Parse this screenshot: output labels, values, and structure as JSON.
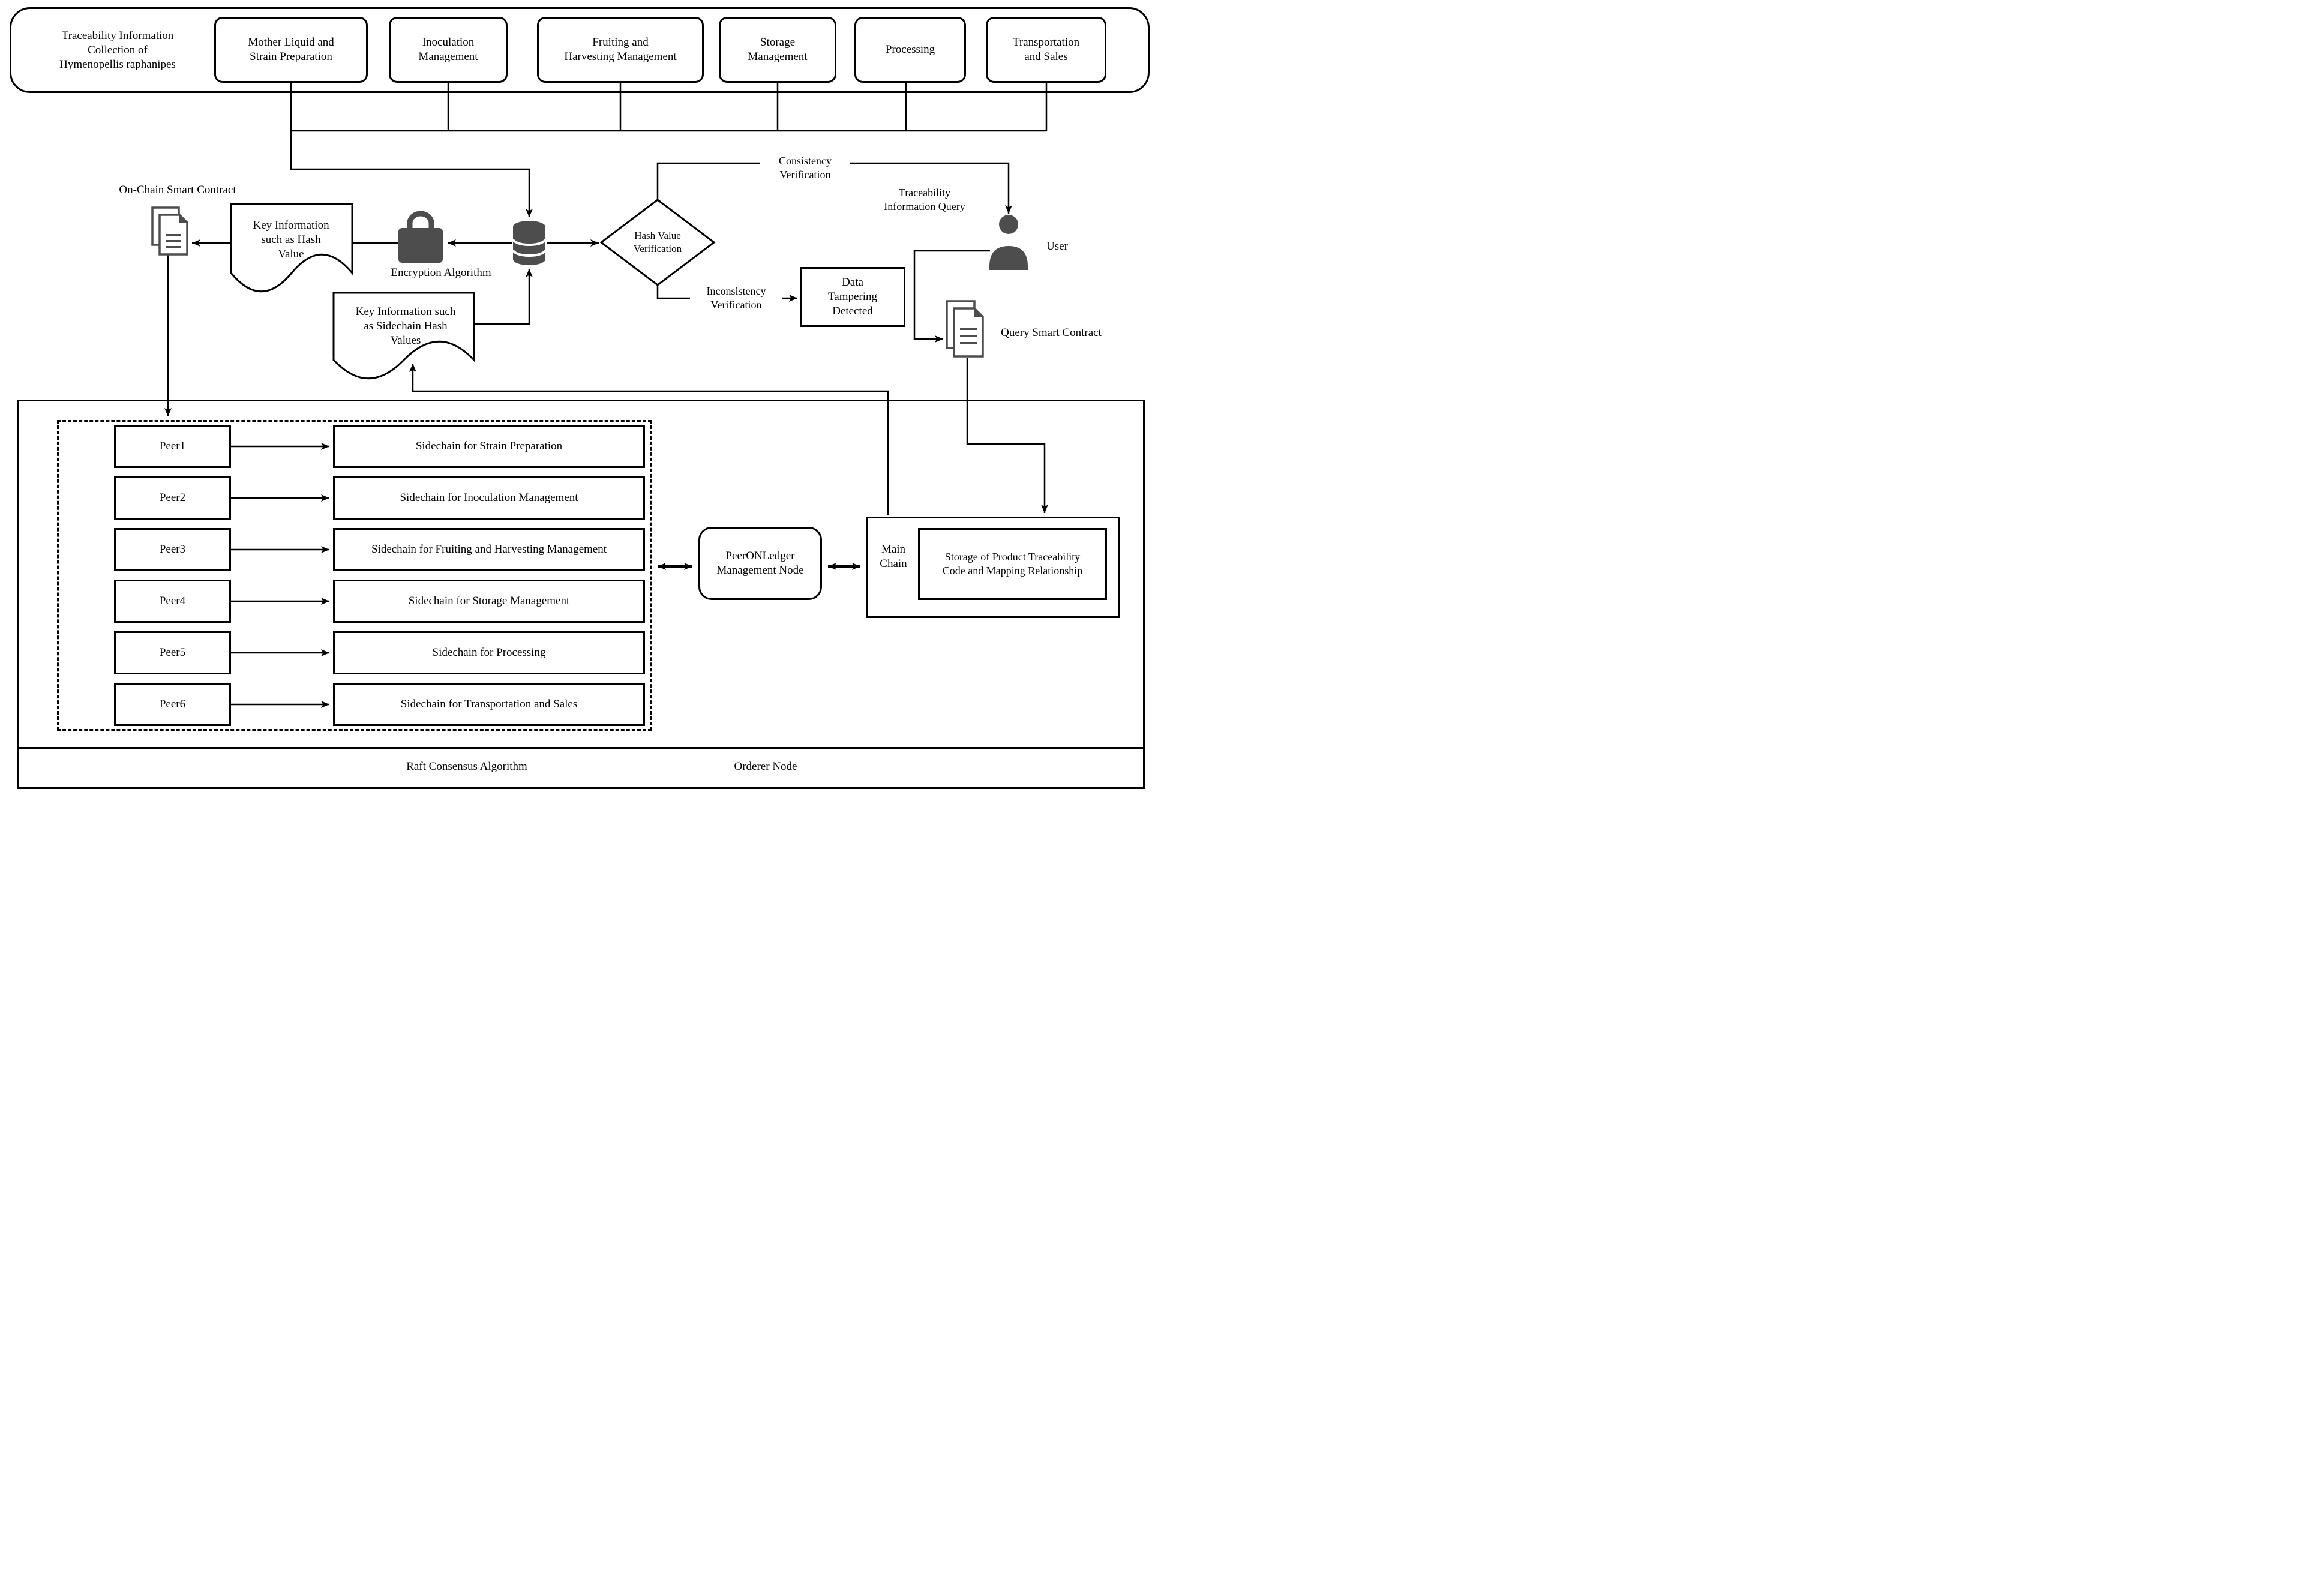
{
  "figure": {
    "title": "Traceability Information\nCollection of\nHymenopellis raphanipes",
    "stages": [
      "Mother Liquid and\nStrain Preparation",
      "Inoculation\nManagement",
      "Fruiting and\nHarvesting Management",
      "Storage\nManagement",
      "Processing",
      "Transportation\nand Sales"
    ]
  },
  "middle": {
    "on_chain_smart_contract": "On-Chain Smart Contract",
    "key_info_hash": "Key Information\nsuch as Hash\nValue",
    "encryption_algorithm": "Encryption Algorithm",
    "hash_value_verification": "Hash Value\nVerification",
    "consistency_verification": "Consistency\nVerification",
    "inconsistency_verification": "Inconsistency\nVerification",
    "data_tampering_detected": "Data\nTampering\nDetected",
    "traceability_information_query": "Traceability\nInformation Query",
    "user": "User",
    "query_smart_contract": "Query Smart Contract",
    "key_info_sidechain": "Key Information such\nas Sidechain Hash\nValues"
  },
  "bottom": {
    "peers": [
      {
        "name": "Peer1",
        "sidechain": "Sidechain for Strain Preparation"
      },
      {
        "name": "Peer2",
        "sidechain": "Sidechain for Inoculation Management"
      },
      {
        "name": "Peer3",
        "sidechain": "Sidechain for Fruiting and Harvesting Management"
      },
      {
        "name": "Peer4",
        "sidechain": "Sidechain for Storage Management"
      },
      {
        "name": "Peer5",
        "sidechain": "Sidechain for Processing"
      },
      {
        "name": "Peer6",
        "sidechain": "Sidechain for Transportation and Sales"
      }
    ],
    "peer_on_ledger": "PeerONLedger\nManagement Node",
    "main_chain": "Main\nChain",
    "storage": "Storage of Product Traceability\nCode and Mapping Relationship",
    "raft_consensus": "Raft Consensus Algorithm",
    "orderer_node": "Orderer Node"
  },
  "icons": {
    "on_chain_contract": "document-icon",
    "encryption": "lock-icon",
    "data_store": "database-icon",
    "user": "person-icon",
    "query_contract": "document-icon"
  },
  "colors": {
    "line": "#000000",
    "icon": "#4d4d4d",
    "background": "#ffffff"
  }
}
